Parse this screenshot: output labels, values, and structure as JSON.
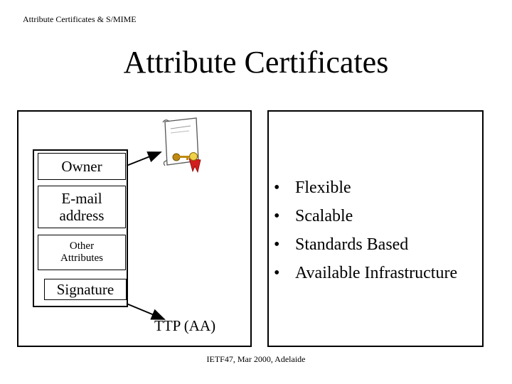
{
  "header": {
    "title": "Attribute Certificates & S/MIME"
  },
  "slide": {
    "title": "Attribute Certificates"
  },
  "certificate": {
    "fields": [
      {
        "label": "Owner"
      },
      {
        "label": "E-mail address"
      },
      {
        "label": "Other Attributes"
      },
      {
        "label": "Signature"
      }
    ]
  },
  "ttp_label": "TTP (AA)",
  "bullets": [
    "Flexible",
    "Scalable",
    "Standards Based",
    "Available Infrastructure"
  ],
  "bullet_marker": "•",
  "icons": {
    "certificate": "certificate-scroll-icon"
  },
  "footer": {
    "text": "IETF47, Mar 2000, Adelaide"
  }
}
